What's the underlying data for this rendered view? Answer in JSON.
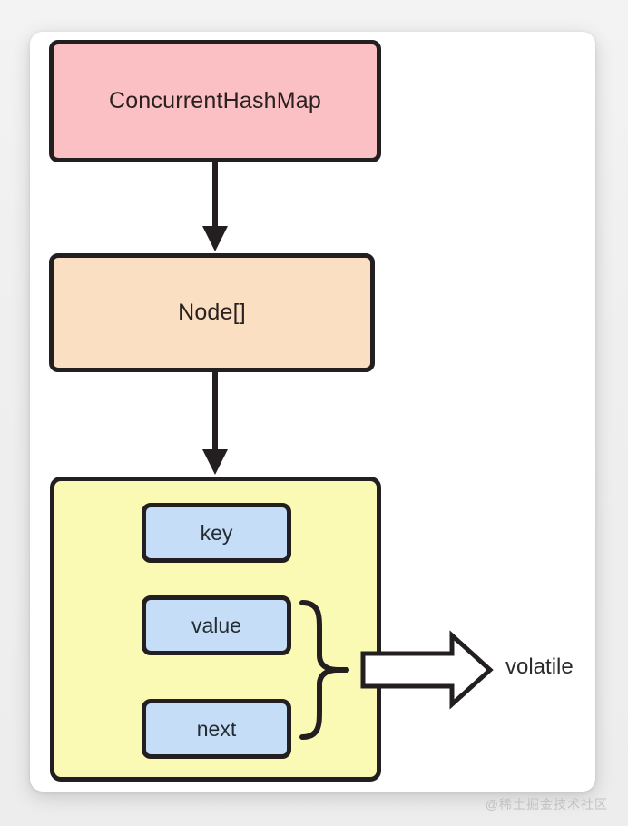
{
  "diagram": {
    "title_text": "ConcurrentHashMap",
    "nodes": [
      {
        "id": "chm",
        "label": "ConcurrentHashMap",
        "color": "#fbc0c3"
      },
      {
        "id": "node",
        "label": "Node[]",
        "color": "#fadfc2"
      },
      {
        "id": "entry",
        "label": "",
        "color": "#fafab4"
      }
    ],
    "fields": [
      {
        "id": "key",
        "label": "key",
        "color": "#c6ddf8"
      },
      {
        "id": "value",
        "label": "value",
        "color": "#c6ddf8"
      },
      {
        "id": "next",
        "label": "next",
        "color": "#c6ddf8"
      }
    ],
    "annotation": {
      "label": "volatile",
      "brace_covers": "value, next"
    },
    "colors": {
      "stroke": "#231f20",
      "pink": "#fbc0c3",
      "orange": "#fadfc2",
      "yellow": "#fafab4",
      "blue": "#c6ddf8",
      "arrow_fill": "#ffffff",
      "card": "#ffffff",
      "page_background": "#efefef"
    }
  },
  "watermark": {
    "text": "@稀土掘金技术社区"
  }
}
